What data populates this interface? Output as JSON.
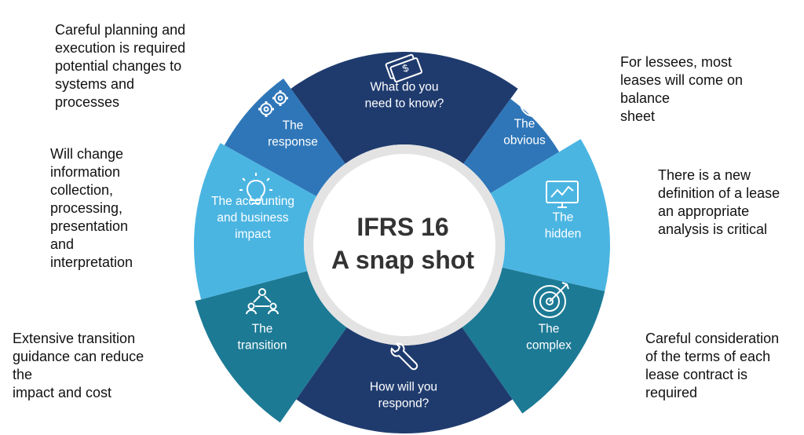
{
  "center": {
    "line1": "IFRS 16",
    "line2": "A snap shot"
  },
  "segments": {
    "top": {
      "lines": [
        "What do you",
        "need to know?"
      ],
      "icon": "money-icon",
      "color": "#1f3b6e"
    },
    "obvious": {
      "lines": [
        "The",
        "obvious"
      ],
      "icon": "clock-icon",
      "color": "#2e76b8"
    },
    "hidden": {
      "lines": [
        "The",
        "hidden"
      ],
      "icon": "monitor-chart-icon",
      "color": "#4bb5e2"
    },
    "complex": {
      "lines": [
        "The",
        "complex"
      ],
      "icon": "target-icon",
      "color": "#1c7a95"
    },
    "bottom": {
      "lines": [
        "How will you",
        "respond?"
      ],
      "icon": "wrench-icon",
      "color": "#1f3b6e"
    },
    "transition": {
      "lines": [
        "The",
        "transition"
      ],
      "icon": "people-network-icon",
      "color": "#1c7a95"
    },
    "accounting": {
      "lines": [
        "The accounting",
        "and business",
        "impact"
      ],
      "icon": "lightbulb-icon",
      "color": "#4bb5e2"
    },
    "response": {
      "lines": [
        "The",
        "response"
      ],
      "icon": "gears-icon",
      "color": "#2e76b8"
    }
  },
  "notes": {
    "response": "Careful planning and\nexecution is required\npotential changes to\nsystems and\nprocesses",
    "accounting": "Will change\ninformation\ncollection,\nprocessing,\npresentation\nand\ninterpretation",
    "transition": "Extensive transition\nguidance can reduce\nthe\nimpact and cost",
    "obvious": "For lessees, most\nleases will come on\nbalance\nsheet",
    "hidden": "There is a new\ndefinition of a lease\nan appropriate\nanalysis is critical",
    "complex": "Careful consideration\nof the terms of each\nlease contract is\nrequired"
  },
  "colors": {
    "ring": "#e3e3e3",
    "center": "#ffffff",
    "center_text": "#333333"
  }
}
